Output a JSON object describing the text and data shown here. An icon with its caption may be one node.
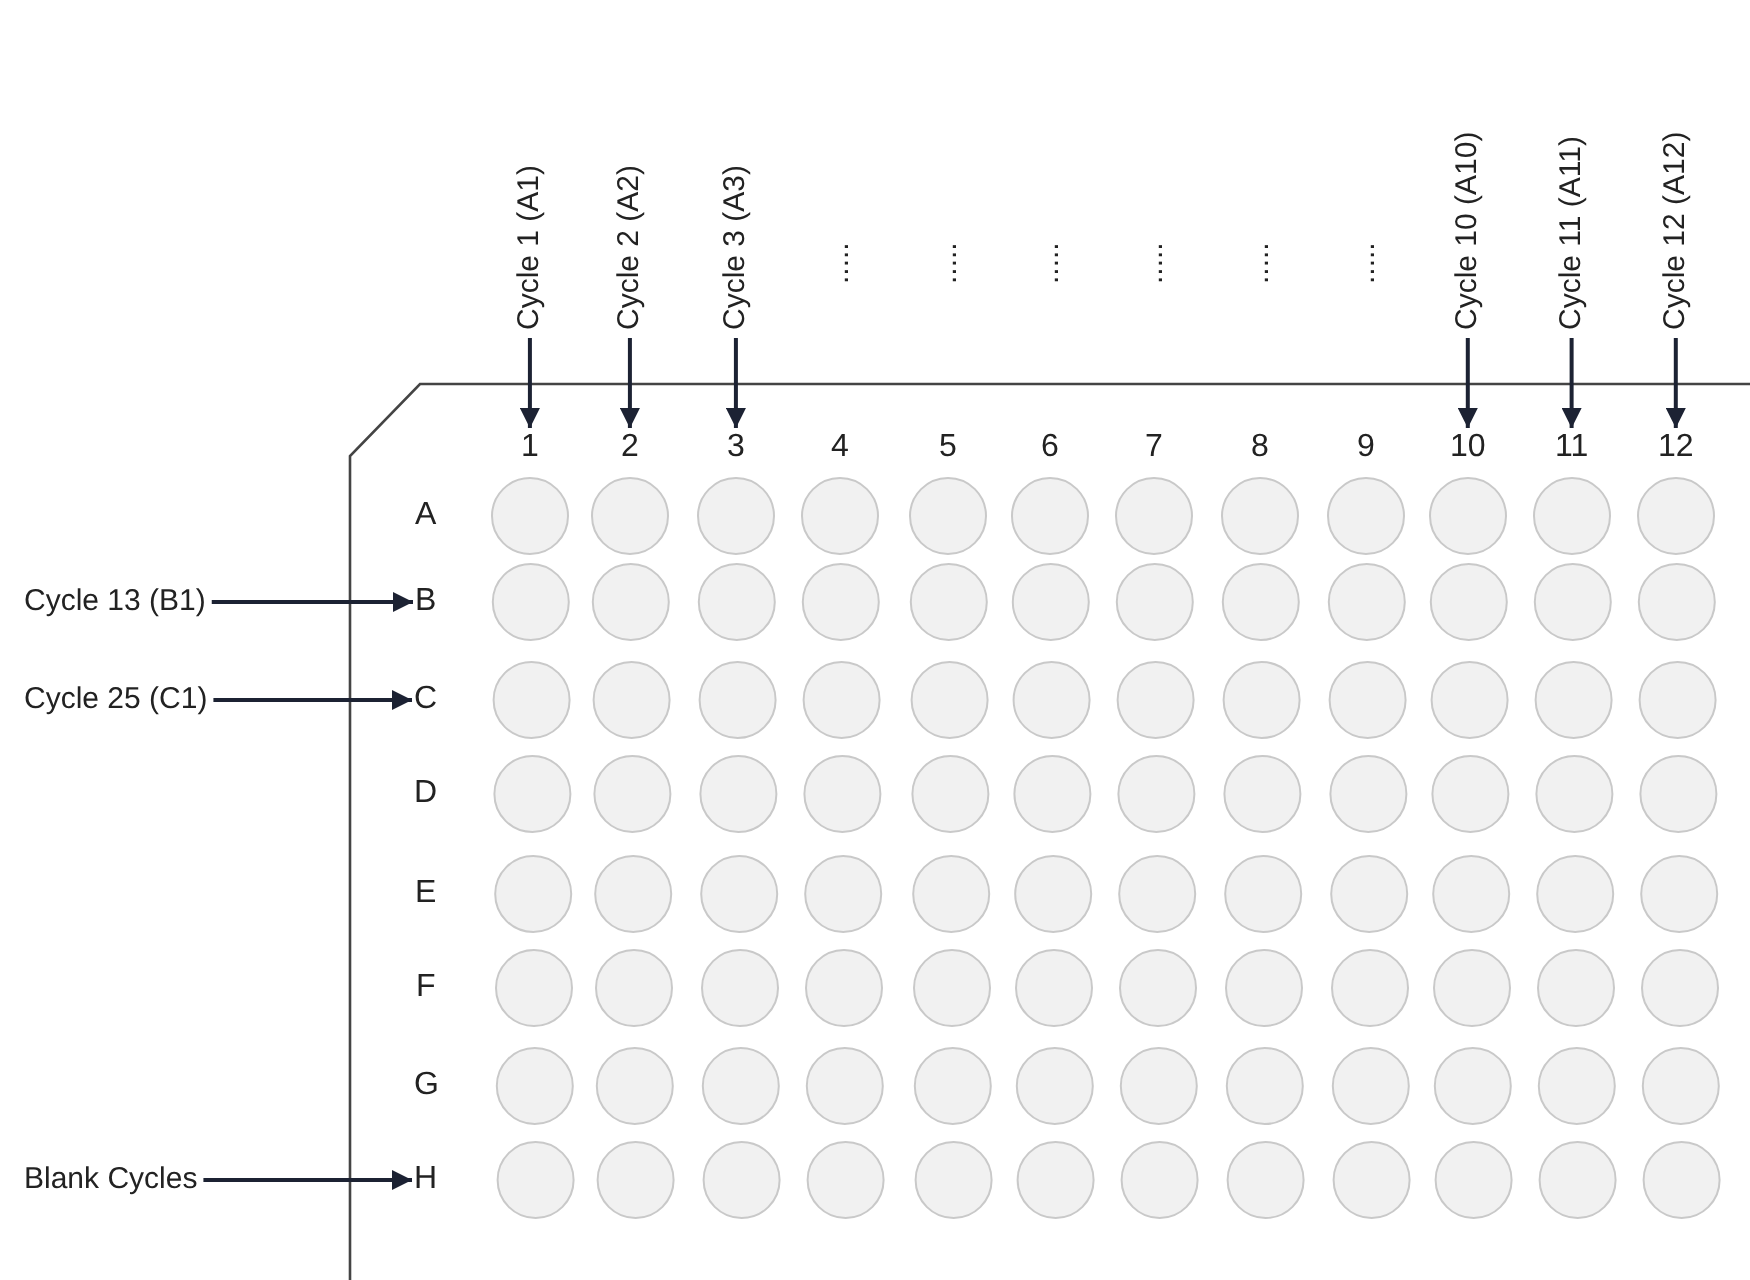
{
  "diagram": {
    "nodes": [
      {
        "text": [
          "Cycle 1 (A1)"
        ]
      },
      {
        "text": [
          "Cycle 2 (A2)"
        ]
      },
      {
        "text": [
          "Cycle 3 (A3)"
        ]
      },
      {
        "text": [
          "Cycle 10 (A10)"
        ]
      },
      {
        "text": [
          "Cycle 11 (A11)"
        ]
      },
      {
        "text": [
          "Cycle 12 (A12)"
        ]
      },
      {
        "text": [
          "1"
        ]
      },
      {
        "text": [
          "2"
        ]
      },
      {
        "text": [
          "3"
        ]
      },
      {
        "text": [
          "10"
        ]
      },
      {
        "text": [
          "11"
        ]
      },
      {
        "text": [
          "12"
        ]
      },
      {
        "text": [
          "Cycle 13 (B1)"
        ]
      },
      {
        "text": [
          "B"
        ]
      },
      {
        "text": [
          "Cycle 25 (C1)"
        ]
      },
      {
        "text": [
          "C"
        ]
      },
      {
        "text": [
          "Blank Cycles"
        ]
      },
      {
        "text": [
          "H"
        ]
      }
    ],
    "edges": [
      {
        "from": 0,
        "to": 6,
        "arrow": "to"
      },
      {
        "from": 1,
        "to": 7,
        "arrow": "to"
      },
      {
        "from": 2,
        "to": 8,
        "arrow": "to"
      },
      {
        "from": 3,
        "to": 9,
        "arrow": "to"
      },
      {
        "from": 4,
        "to": 10,
        "arrow": "to"
      },
      {
        "from": 5,
        "to": 11,
        "arrow": "to"
      },
      {
        "from": 12,
        "to": 13,
        "arrow": "to"
      },
      {
        "from": 14,
        "to": 15,
        "arrow": "to"
      },
      {
        "from": 16,
        "to": 17,
        "arrow": "to"
      }
    ],
    "labels": [
      ".....",
      ".....",
      ".....",
      ".....",
      ".....",
      ".....",
      "4",
      "5",
      "6",
      "7",
      "8",
      "9",
      "A",
      "D",
      "E",
      "F",
      "G"
    ]
  }
}
